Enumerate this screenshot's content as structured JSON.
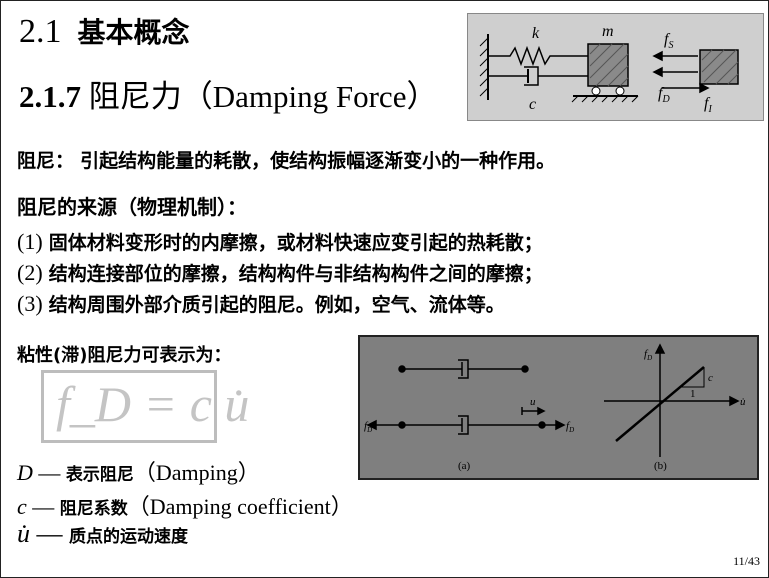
{
  "section": {
    "number": "2.1",
    "title": "基本概念"
  },
  "subsection": {
    "number": "2.1.7",
    "title": "阻尼力（Damping Force）"
  },
  "definition": {
    "term": "阻尼：",
    "text": "引起结构能量的耗散，使结构振幅逐渐变小的一种作用。"
  },
  "sources": {
    "heading": "阻尼的来源（物理机制）：",
    "items": [
      {
        "num": "(1)",
        "text": "固体材料变形时的内摩擦，或材料快速应变引起的热耗散；"
      },
      {
        "num": "(2)",
        "text": "结构连接部位的摩擦，结构构件与非结构构件之间的摩擦；"
      },
      {
        "num": "(3)",
        "text": "结构周围外部介质引起的阻尼。例如，空气、流体等。"
      }
    ]
  },
  "viscous": {
    "label": "粘性(滞)阻尼力可表示为：",
    "formula": "f_D = c u̇"
  },
  "symbols": [
    {
      "sym": "D",
      "dash": " — ",
      "cn": "表示阻尼",
      "en": "（Damping）"
    },
    {
      "sym": "c",
      "dash": " — ",
      "cn": "阻尼系数",
      "en": "（Damping coefficient）"
    },
    {
      "sym": "u̇",
      "dash": " — ",
      "cn": "质点的运动速度",
      "en": ""
    }
  ],
  "figure_top": {
    "k": "k",
    "m": "m",
    "c": "c",
    "fs": "f",
    "fs_sub": "S",
    "fd": "f",
    "fd_sub": "D",
    "fi": "f",
    "fi_sub": "I"
  },
  "figure_right": {
    "fD": "f",
    "fD_sub": "D",
    "u": "u",
    "fD_axis": "f",
    "fD_axis_sub": "D",
    "udot": "u̇",
    "c": "c",
    "one": "1",
    "a": "(a)",
    "b": "(b)"
  },
  "page": "11/43"
}
